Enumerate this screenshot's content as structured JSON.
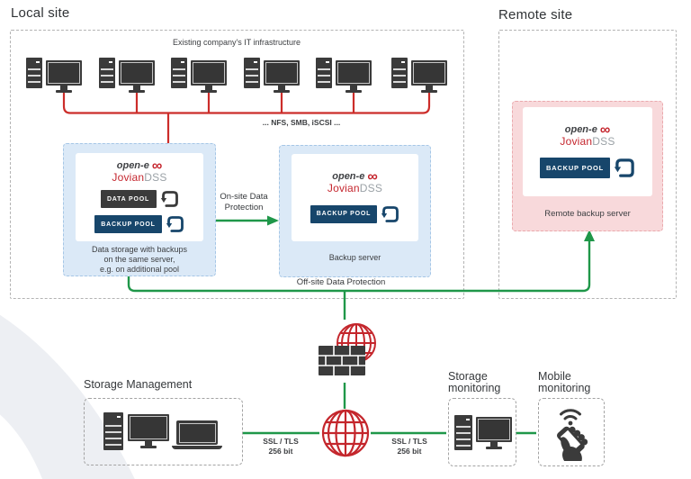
{
  "colors": {
    "red": "#cc2d2a",
    "green": "#1f9749",
    "navy": "#17466b",
    "dark_gray": "#3b3b3b",
    "light_blue_fill": "#dbe9f7",
    "light_pink_fill": "#f8d9db"
  },
  "icons": {
    "infinity_swoosh": "∞"
  },
  "local_site": {
    "title": "Local site",
    "infrastructure_label": "Existing company's IT infrastructure",
    "protocols_label": "... NFS, SMB, iSCSI ...",
    "onsite_protection_line1": "On-site Data",
    "onsite_protection_line2": "Protection",
    "offsite_protection_label": "Off-site Data Protection",
    "data_server": {
      "brand": "open-e",
      "product_name": "Jovian",
      "product_suffix": "DSS",
      "pool1_label": "DATA POOL",
      "pool2_label": "BACKUP POOL",
      "caption_line1": "Data storage with backups",
      "caption_line2": "on the same server,",
      "caption_line3": "e.g. on additional pool"
    },
    "backup_server": {
      "brand": "open-e",
      "product_name": "Jovian",
      "product_suffix": "DSS",
      "pool1_label": "BACKUP POOL",
      "caption": "Backup server"
    }
  },
  "remote_site": {
    "title": "Remote site",
    "backup_server": {
      "brand": "open-e",
      "product_name": "Jovian",
      "product_suffix": "DSS",
      "pool1_label": "BACKUP POOL",
      "caption": "Remote backup server"
    }
  },
  "management": {
    "storage_management_label": "Storage Management",
    "ssl_left_line1": "SSL / TLS",
    "ssl_left_line2": "256 bit",
    "ssl_right_line1": "SSL / TLS",
    "ssl_right_line2": "256 bit",
    "storage_monitoring_line1": "Storage",
    "storage_monitoring_line2": "monitoring",
    "mobile_monitoring_line1": "Mobile",
    "mobile_monitoring_line2": "monitoring"
  }
}
